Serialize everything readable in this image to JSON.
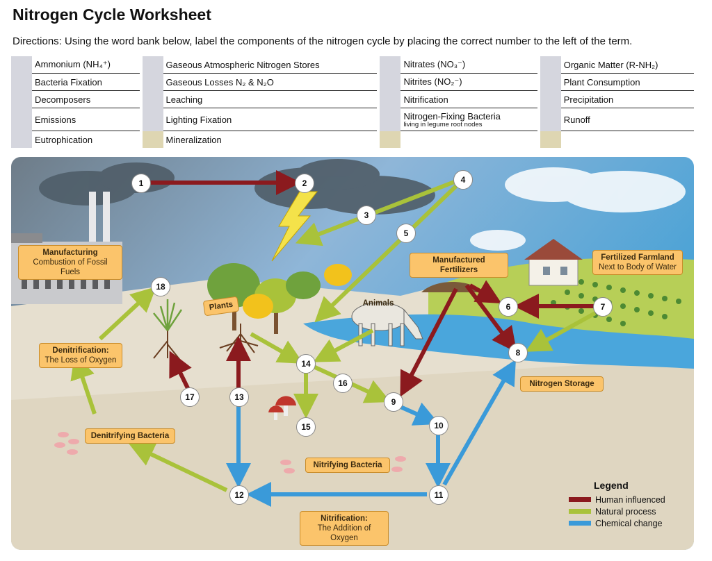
{
  "title": "Nitrogen Cycle Worksheet",
  "directions": "Directions: Using the word bank below, label the components of the nitrogen cycle by placing the correct number to the left of the term.",
  "word_bank": [
    [
      "Ammonium (NH₄⁺)",
      "Gaseous Atmospheric Nitrogen Stores",
      "Nitrates (NO₃⁻)",
      "Organic Matter (R-NH₂)"
    ],
    [
      "Bacteria Fixation",
      "Gaseous Losses N₂ & N₂O",
      "Nitrites (NO₂⁻)",
      "Plant Consumption"
    ],
    [
      "Decomposers",
      "Leaching",
      "Nitrification",
      "Precipitation"
    ],
    [
      "Emissions",
      "Lighting Fixation",
      "Nitrogen-Fixing Bacteria",
      "Runoff"
    ],
    [
      "Eutrophication",
      "Mineralization",
      "",
      ""
    ]
  ],
  "word_bank_note": "living in legume root nodes",
  "scene_labels": {
    "manufacturing_title": "Manufacturing",
    "manufacturing_sub": "Combustion of Fossil Fuels",
    "fertilizers": "Manufactured Fertilizers",
    "farmland_title": "Fertilized Farmland",
    "farmland_sub": "Next to Body of Water",
    "plants": "Plants",
    "animals": "Animals",
    "denitrification_title": "Denitrification:",
    "denitrification_sub": "The Loss of Oxygen",
    "denitrifying_bacteria": "Denitrifying Bacteria",
    "nitrogen_storage": "Nitrogen Storage",
    "nitrifying_bacteria": "Nitrifying Bacteria",
    "nitrification_title": "Nitrification:",
    "nitrification_sub": "The Addition of Oxygen"
  },
  "numbers": [
    "1",
    "2",
    "3",
    "4",
    "5",
    "6",
    "7",
    "8",
    "9",
    "10",
    "11",
    "12",
    "13",
    "14",
    "15",
    "16",
    "17",
    "18"
  ],
  "legend": {
    "title": "Legend",
    "items": [
      {
        "label": "Human influenced",
        "color": "#8b1a1e"
      },
      {
        "label": "Natural process",
        "color": "#a9c23a"
      },
      {
        "label": "Chemical change",
        "color": "#3a9ad9"
      }
    ]
  }
}
